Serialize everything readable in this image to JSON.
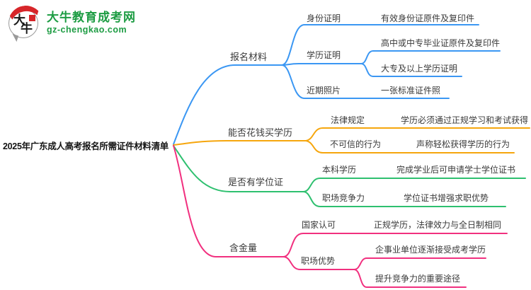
{
  "logo": {
    "icon_char_1": "大",
    "icon_char_2": "牛",
    "brand": "大牛教育成考网",
    "domain": "gz-chengkao.com",
    "brand_color": "#1d9c43",
    "seal_color": "#d7262a"
  },
  "root": {
    "title": "2025年广东成人高考报名所需证件材料清单"
  },
  "colors": {
    "blue": "#3b97f3",
    "orange": "#f6a60d",
    "green": "#2ec06f",
    "pink": "#f1307f",
    "text": "#3a3a3a"
  },
  "branches": [
    {
      "label": "报名材料",
      "color": "#3b97f3",
      "children": [
        {
          "label": "身份证明",
          "leaves": [
            "有效身份证原件及复印件"
          ]
        },
        {
          "label": "学历证明",
          "leaves": [
            "高中或中专毕业证原件及复印件",
            "大专及以上学历证明"
          ]
        },
        {
          "label": "近期照片",
          "leaves": [
            "一张标准证件照"
          ]
        }
      ]
    },
    {
      "label": "能否花钱买学历",
      "color": "#f6a60d",
      "children": [
        {
          "label": "法律规定",
          "leaves": [
            "学历必须通过正规学习和考试获得"
          ]
        },
        {
          "label": "不可信的行为",
          "leaves": [
            "声称轻松获得学历的行为"
          ]
        }
      ]
    },
    {
      "label": "是否有学位证",
      "color": "#2ec06f",
      "children": [
        {
          "label": "本科学历",
          "leaves": [
            "完成学业后可申请学士学位证书"
          ]
        },
        {
          "label": "职场竞争力",
          "leaves": [
            "学位证书增强求职优势"
          ]
        }
      ]
    },
    {
      "label": "含金量",
      "color": "#f1307f",
      "children": [
        {
          "label": "国家认可",
          "leaves": [
            "正规学历，法律效力与全日制相同"
          ]
        },
        {
          "label": "职场优势",
          "leaves": [
            "企事业单位逐渐接受成考学历",
            "提升竞争力的重要途径"
          ]
        }
      ]
    }
  ]
}
